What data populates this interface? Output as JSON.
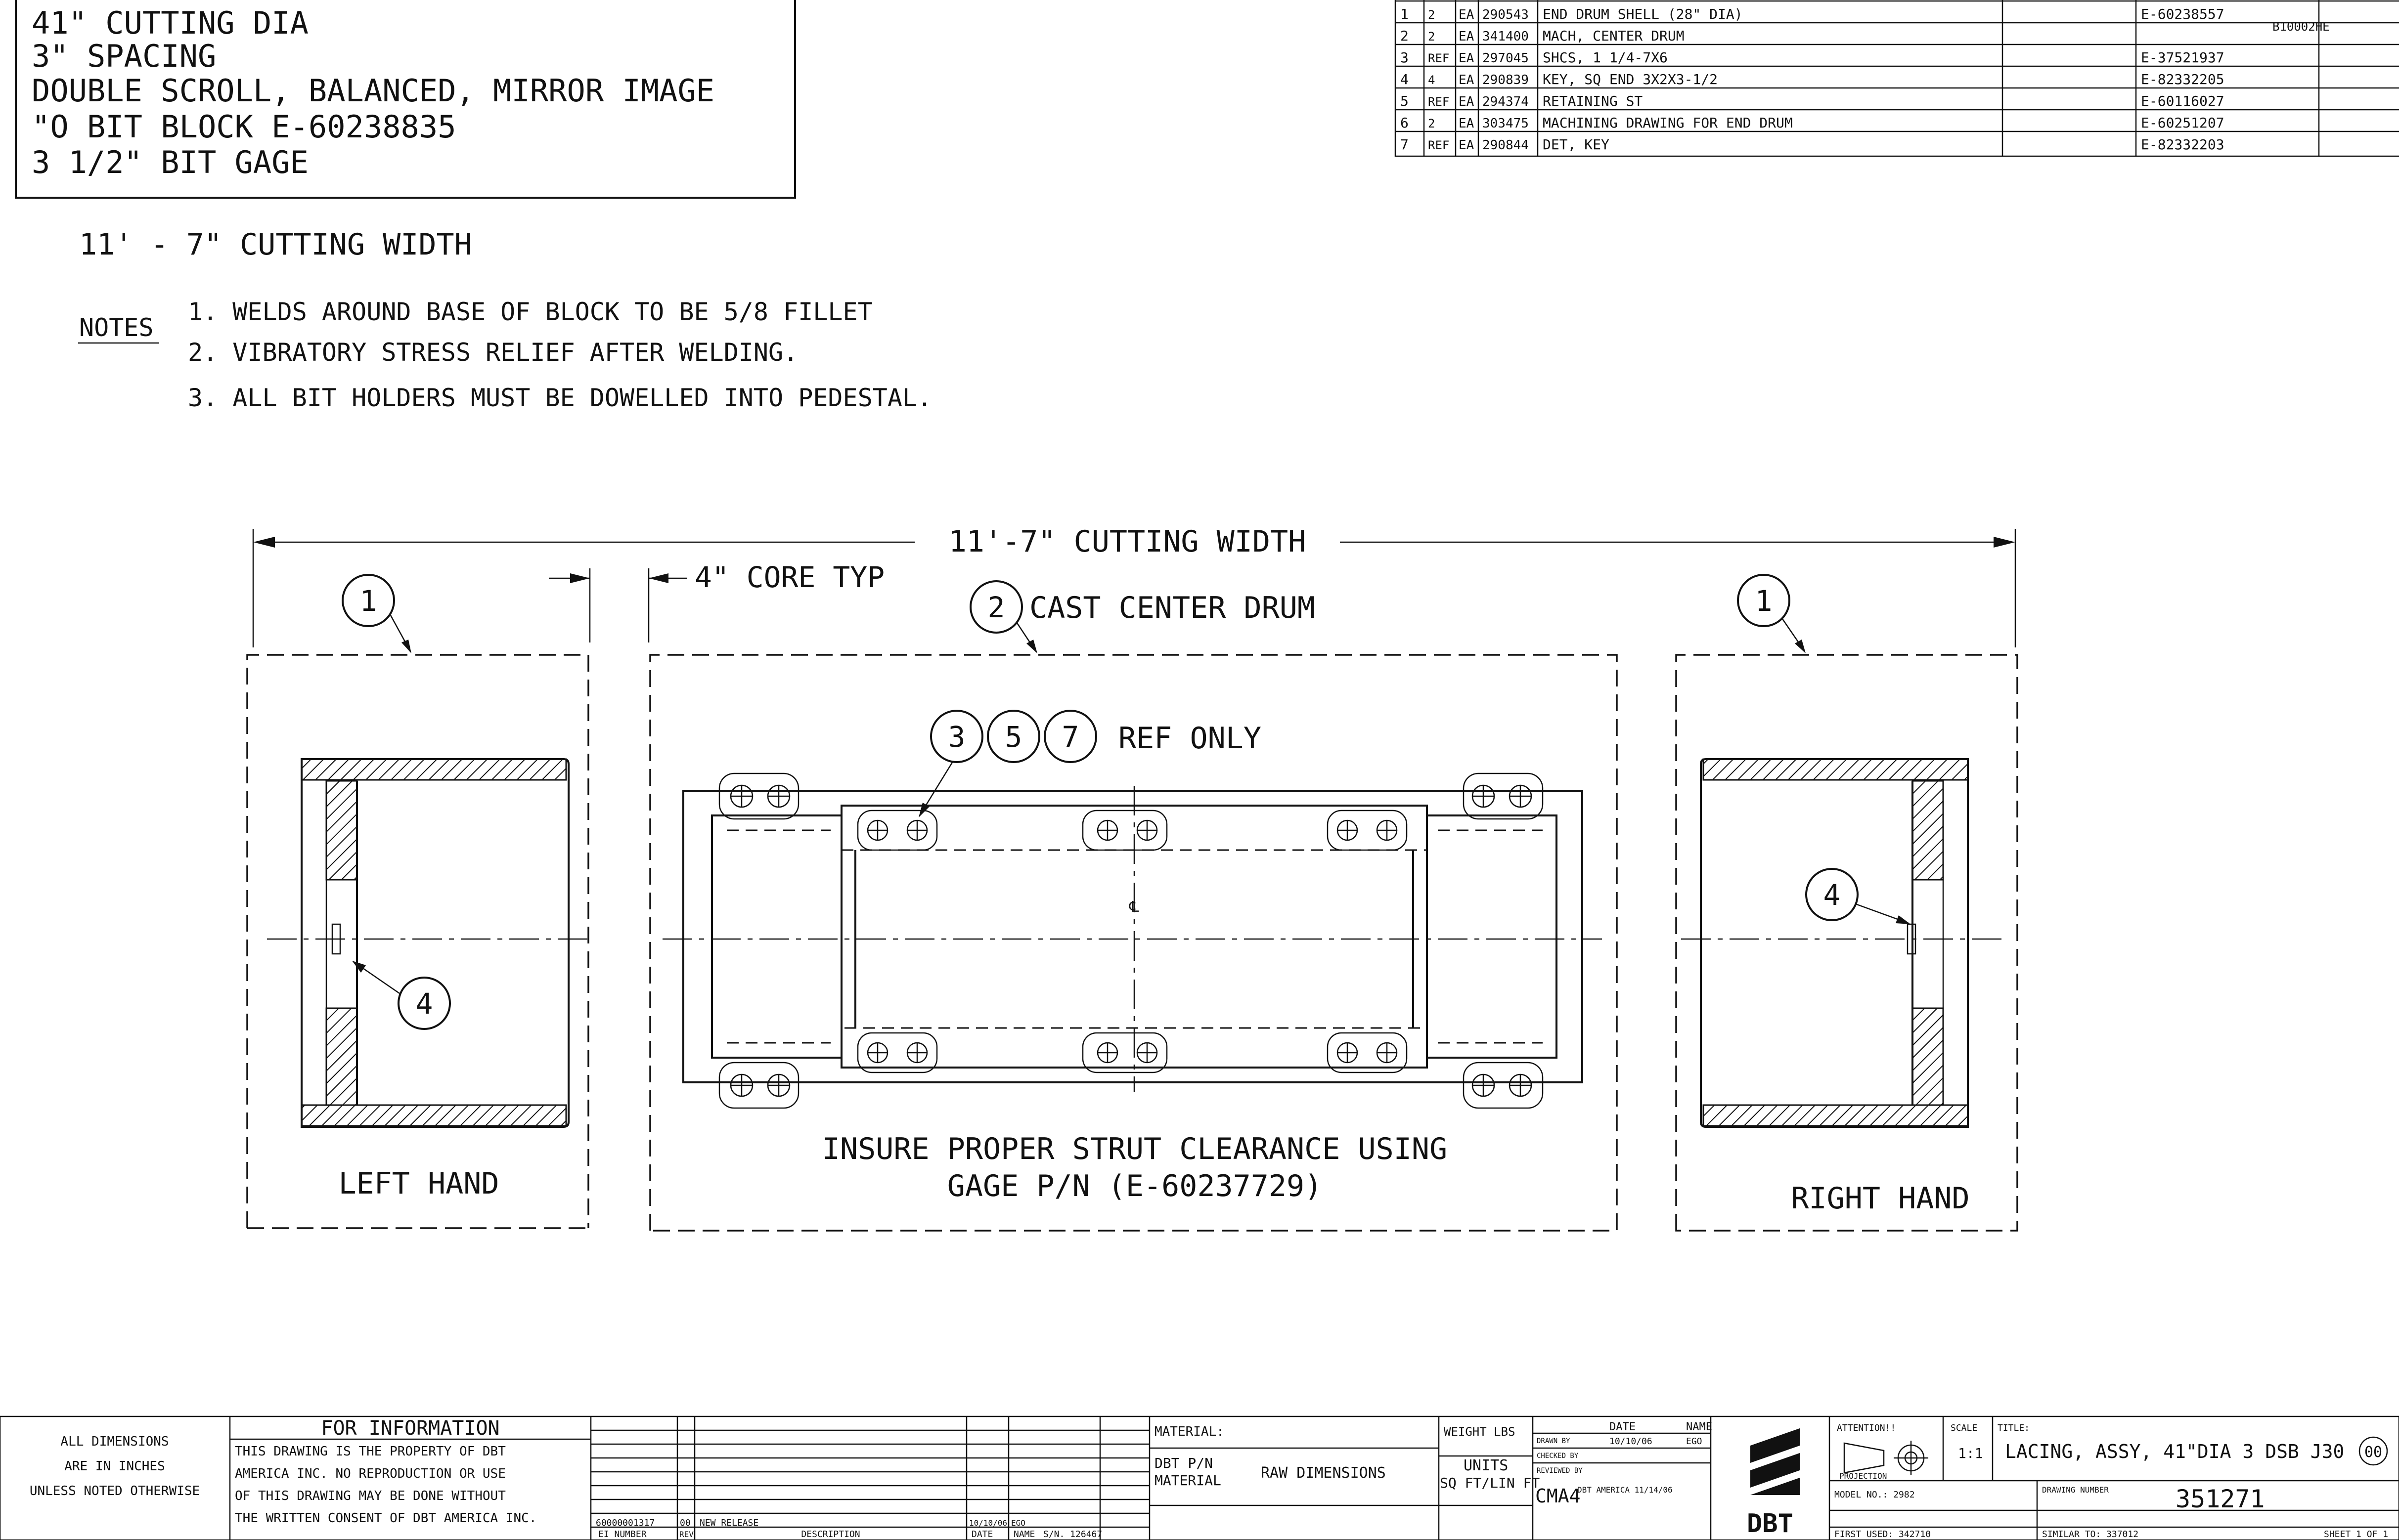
{
  "spec_box": {
    "lines": [
      "41\" CUTTING DIA",
      "3\" SPACING",
      "DOUBLE SCROLL, BALANCED, MIRROR IMAGE",
      "\"O BIT BLOCK E-60238835",
      "3 1/2\" BIT GAGE"
    ]
  },
  "cutting_width_heading": "11' - 7\" CUTTING WIDTH",
  "notes": {
    "label": "NOTES",
    "items": [
      "1. WELDS AROUND BASE OF BLOCK TO BE 5/8 FILLET",
      "2. VIBRATORY STRESS RELIEF AFTER WELDING.",
      "3. ALL BIT HOLDERS MUST BE DOWELLED INTO PEDESTAL."
    ]
  },
  "parts_list": {
    "rows": [
      [
        "1",
        "2",
        "EA",
        "290543",
        "END DRUM SHELL (28\" DIA)",
        "E-60238557"
      ],
      [
        "2",
        "2",
        "EA",
        "341400",
        "MACH, CENTER DRUM",
        ""
      ],
      [
        "3",
        "REF",
        "EA",
        "297045",
        "SHCS, 1 1/4-7X6",
        "E-37521937"
      ],
      [
        "4",
        "4",
        "EA",
        "290839",
        "KEY, SQ END 3X2X3-1/2",
        "E-82332205"
      ],
      [
        "5",
        "REF",
        "EA",
        "294374",
        "RETAINING ST",
        "E-60116027"
      ],
      [
        "6",
        "2",
        "EA",
        "303475",
        "MACHINING DRAWING FOR END DRUM",
        "E-60251207"
      ],
      [
        "7",
        "REF",
        "EA",
        "290844",
        "DET, KEY",
        "E-82332203"
      ]
    ],
    "extra": "B10002HE"
  },
  "drawing": {
    "overall_dim": "11'-7\" CUTTING WIDTH",
    "core_typ": "4\" CORE TYP",
    "cast_center_drum": "CAST CENTER DRUM",
    "ref_only": "REF ONLY",
    "left_hand": "LEFT HAND",
    "right_hand": "RIGHT HAND",
    "strut_note_1": "INSURE PROPER STRUT CLEARANCE USING",
    "strut_note_2": "GAGE P/N (E-60237729)",
    "bubble_1": "1",
    "bubble_2": "2",
    "bubble_3": "3",
    "bubble_4": "4",
    "bubble_5": "5",
    "bubble_7": "7",
    "centerline_symbol": "℄"
  },
  "title_block": {
    "dims_1": "ALL DIMENSIONS",
    "dims_2": "ARE IN INCHES",
    "dims_3": "UNLESS NOTED OTHERWISE",
    "for_info": "FOR INFORMATION",
    "prop_1": "THIS DRAWING IS THE PROPERTY OF DBT",
    "prop_2": "AMERICA INC. NO REPRODUCTION OR USE",
    "prop_3": "OF THIS DRAWING MAY BE DONE WITHOUT",
    "prop_4": "THE WRITTEN CONSENT OF DBT AMERICA INC.",
    "rev_ei": "60000001317",
    "rev_no": "00",
    "rev_desc": "NEW RELEASE",
    "rev_date": "10/10/06",
    "rev_name": "EGO",
    "ei_number": "EI NUMBER",
    "rev_label": "REV",
    "description": "DESCRIPTION",
    "date_label": "DATE",
    "name_label": "NAME",
    "sn": "S/N. 126467",
    "material": "MATERIAL:",
    "dbt_pn": "DBT P/N",
    "material2": "MATERIAL",
    "raw_dims": "RAW DIMENSIONS",
    "weight": "WEIGHT LBS",
    "units": "UNITS",
    "units_val": "SQ FT/LIN FT",
    "cma": "CMA4",
    "drawn": "DRAWN BY",
    "checked": "CHECKED BY",
    "reviewed": "REVIEWED BY",
    "date_h": "DATE",
    "name_h": "NAME",
    "date_v": "10/10/06",
    "name_v": "EGO",
    "dbt_america": "DBT AMERICA 11/14/06",
    "dbt_logo": "DBT",
    "attention": "ATTENTION!!",
    "projection": "PROJECTION",
    "scale_label": "SCALE",
    "scale": "1:1",
    "title_label": "TITLE:",
    "title": "LACING, ASSY, 41\"DIA 3 DSB J30",
    "title_rev": "00",
    "model": "MODEL NO.: 2982",
    "drawing_number_label": "DRAWING NUMBER",
    "drawing_number": "351271",
    "first_used": "FIRST USED: 342710",
    "similar": "SIMILAR TO: 337012",
    "sheet": "SHEET 1 OF 1"
  }
}
